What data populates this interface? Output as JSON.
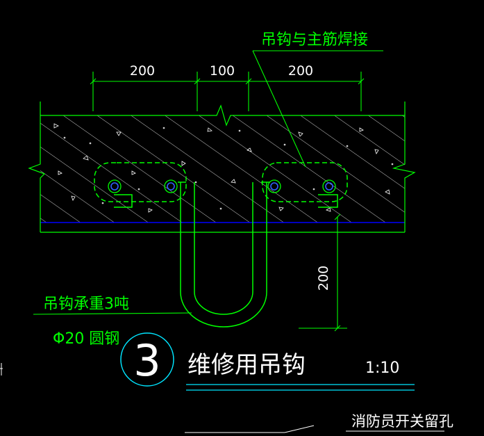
{
  "colors": {
    "background": "#000000",
    "green": "#00ff00",
    "cyan": "#00e5ff",
    "white": "#ffffff",
    "blue": "#0000ff"
  },
  "dimensions": {
    "top_left": "200",
    "top_middle": "100",
    "top_right": "200",
    "vertical_hook_depth": "200"
  },
  "labels": {
    "hook_weld_note": "吊钩与主筋焊接",
    "hook_capacity_note": "吊钩承重3吨",
    "bar_spec_note": "Φ20 圆钢",
    "detail_number": "3",
    "detail_title": "维修用吊钩",
    "scale": "1:10",
    "bottom_note": "消防员开关留孔"
  },
  "icons": {
    "break_symbol": "zigzag-break-icon",
    "rebar_section": "rebar-circle-icon"
  }
}
